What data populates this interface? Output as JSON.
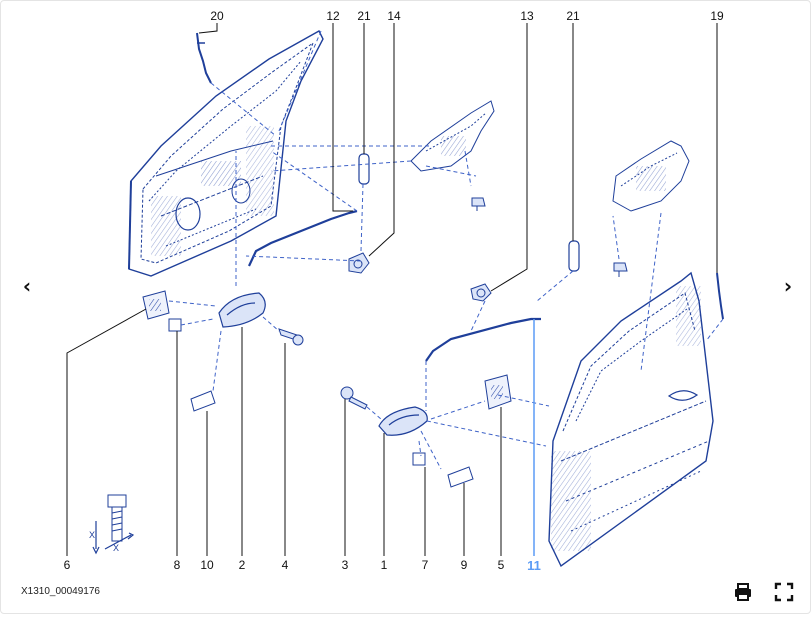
{
  "viewer": {
    "prev_label": "‹",
    "next_label": "›",
    "caption": "X1310_00049176",
    "print_icon": "printer-icon",
    "fullscreen_icon": "fullscreen-icon"
  },
  "diagram": {
    "highlight_color": "#5b9cf5",
    "line_color": "#1a3b8f",
    "callouts_top": [
      "20",
      "12",
      "21",
      "14",
      "13",
      "21",
      "19"
    ],
    "callouts_bottom": [
      "6",
      "8",
      "10",
      "2",
      "4",
      "3",
      "1",
      "7",
      "9",
      "5",
      "11"
    ],
    "highlighted_callout": "11",
    "dim_label": "X"
  }
}
